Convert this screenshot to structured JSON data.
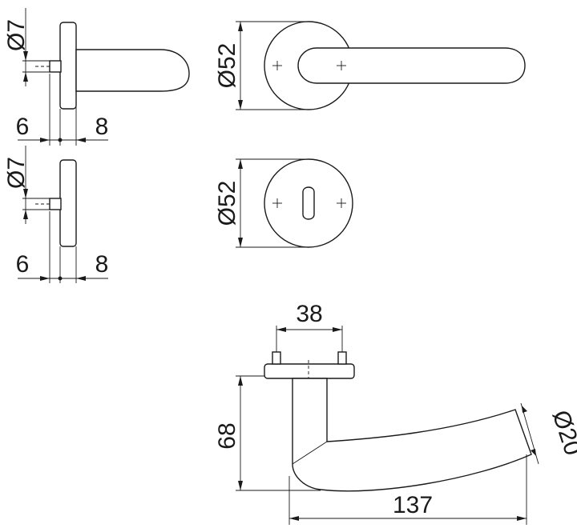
{
  "dimensions": {
    "pin_diameter_top": "Ø7",
    "offset_left_top": "6",
    "offset_right_top": "8",
    "pin_diameter_bottom": "Ø7",
    "offset_left_bottom": "6",
    "offset_right_bottom": "8",
    "rose_diameter_top": "Ø52",
    "rose_diameter_bottom": "Ø52",
    "fixing_distance": "38",
    "handle_height": "68",
    "handle_length": "137",
    "grip_diameter": "Ø20"
  }
}
